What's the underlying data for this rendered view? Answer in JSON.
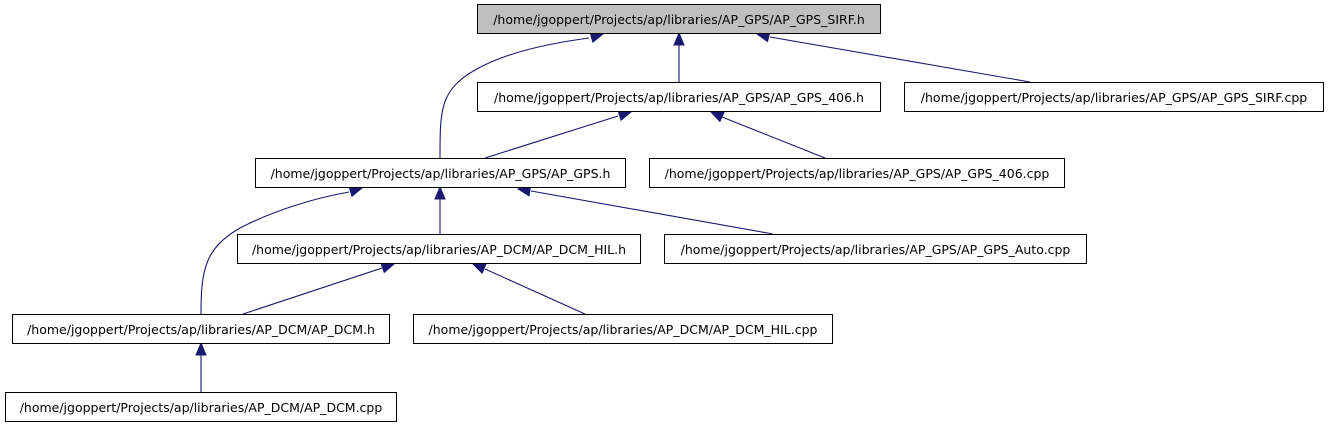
{
  "colors": {
    "edge": "#191970",
    "root_fill": "#bfbfbf",
    "node_fill": "#ffffff",
    "border": "#000000"
  },
  "nodes": [
    {
      "id": "n_sirf_h",
      "name": "node-ap-gps-sirf-h",
      "label": "/home/jgoppert/Projects/ap/libraries/AP_GPS/AP_GPS_SIRF.h",
      "root": true
    },
    {
      "id": "n_406_h",
      "name": "node-ap-gps-406-h",
      "label": "/home/jgoppert/Projects/ap/libraries/AP_GPS/AP_GPS_406.h"
    },
    {
      "id": "n_sirf_cpp",
      "name": "node-ap-gps-sirf-cpp",
      "label": "/home/jgoppert/Projects/ap/libraries/AP_GPS/AP_GPS_SIRF.cpp"
    },
    {
      "id": "n_gps_h",
      "name": "node-ap-gps-h",
      "label": "/home/jgoppert/Projects/ap/libraries/AP_GPS/AP_GPS.h"
    },
    {
      "id": "n_406_cpp",
      "name": "node-ap-gps-406-cpp",
      "label": "/home/jgoppert/Projects/ap/libraries/AP_GPS/AP_GPS_406.cpp"
    },
    {
      "id": "n_dcm_hil_h",
      "name": "node-ap-dcm-hil-h",
      "label": "/home/jgoppert/Projects/ap/libraries/AP_DCM/AP_DCM_HIL.h"
    },
    {
      "id": "n_auto_cpp",
      "name": "node-ap-gps-auto-cpp",
      "label": "/home/jgoppert/Projects/ap/libraries/AP_GPS/AP_GPS_Auto.cpp"
    },
    {
      "id": "n_dcm_h",
      "name": "node-ap-dcm-h",
      "label": "/home/jgoppert/Projects/ap/libraries/AP_DCM/AP_DCM.h"
    },
    {
      "id": "n_dcm_hil_cpp",
      "name": "node-ap-dcm-hil-cpp",
      "label": "/home/jgoppert/Projects/ap/libraries/AP_DCM/AP_DCM_HIL.cpp"
    },
    {
      "id": "n_dcm_cpp",
      "name": "node-ap-dcm-cpp",
      "label": "/home/jgoppert/Projects/ap/libraries/AP_DCM/AP_DCM.cpp"
    }
  ],
  "edges": [
    {
      "from": "n_406_h",
      "to": "n_sirf_h"
    },
    {
      "from": "n_gps_h",
      "to": "n_sirf_h"
    },
    {
      "from": "n_sirf_cpp",
      "to": "n_sirf_h"
    },
    {
      "from": "n_gps_h",
      "to": "n_406_h"
    },
    {
      "from": "n_406_cpp",
      "to": "n_406_h"
    },
    {
      "from": "n_dcm_hil_h",
      "to": "n_gps_h"
    },
    {
      "from": "n_dcm_h",
      "to": "n_gps_h"
    },
    {
      "from": "n_auto_cpp",
      "to": "n_gps_h"
    },
    {
      "from": "n_dcm_h",
      "to": "n_dcm_hil_h"
    },
    {
      "from": "n_dcm_hil_cpp",
      "to": "n_dcm_hil_h"
    },
    {
      "from": "n_dcm_cpp",
      "to": "n_dcm_h"
    }
  ]
}
